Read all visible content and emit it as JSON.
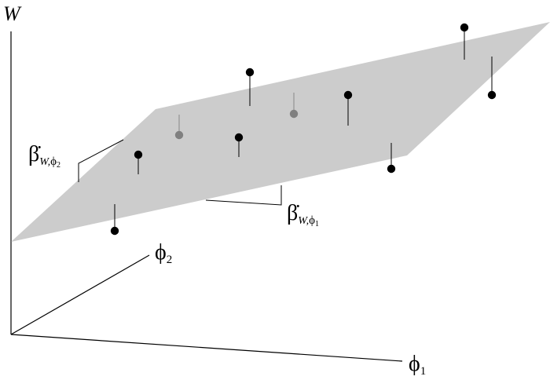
{
  "axes": {
    "vertical_label": "W",
    "phi1": {
      "symbol": "ϕ",
      "subscript": "1"
    },
    "phi2": {
      "symbol": "ϕ",
      "subscript": "2"
    }
  },
  "annotations": {
    "beta_phi2": {
      "symbol": "β̇",
      "sub_var": "W,",
      "sub_phi": "ϕ",
      "sub_index": "2"
    },
    "beta_phi1": {
      "symbol": "β̇",
      "sub_var": "W,",
      "sub_phi": "ϕ",
      "sub_index": "1"
    }
  },
  "colors": {
    "plane": "#cccccc",
    "point_dark": "#000000",
    "point_light": "#808080",
    "line": "#000000"
  }
}
